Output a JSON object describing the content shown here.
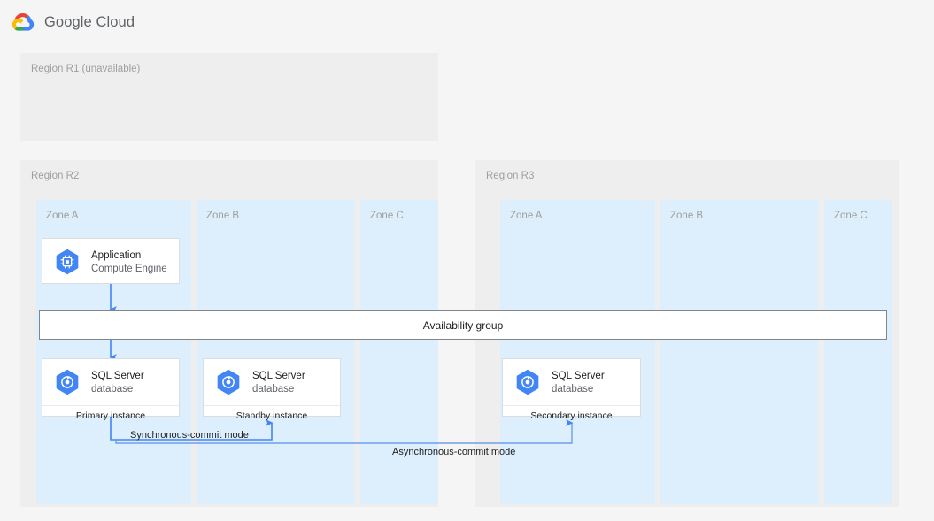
{
  "header": {
    "brand": "Google Cloud",
    "logo_icon": "google-cloud-logo"
  },
  "colors": {
    "page_background": "#f5f5f5",
    "region_background": "#eeeeee",
    "zone_background": "#ddeefc",
    "card_background": "#ffffff",
    "card_border": "#dadce0",
    "connector_blue": "#4285f4",
    "icon_blue": "#4285f4",
    "muted_text": "#9e9e9e",
    "primary_text": "#202124"
  },
  "regions": [
    {
      "id": "r1",
      "label": "Region R1 (unavailable)",
      "zones": []
    },
    {
      "id": "r2",
      "label": "Region R2",
      "zones": [
        {
          "id": "r2-a",
          "label": "Zone A"
        },
        {
          "id": "r2-b",
          "label": "Zone B"
        },
        {
          "id": "r2-c",
          "label": "Zone C"
        }
      ]
    },
    {
      "id": "r3",
      "label": "Region R3",
      "zones": [
        {
          "id": "r3-a",
          "label": "Zone A"
        },
        {
          "id": "r3-b",
          "label": "Zone B"
        },
        {
          "id": "r3-c",
          "label": "Zone C"
        }
      ]
    }
  ],
  "nodes": {
    "application": {
      "title": "Application",
      "subtitle": "Compute Engine",
      "icon": "compute-engine-icon"
    },
    "db_primary": {
      "title": "SQL Server",
      "subtitle": "database",
      "footer": "Primary instance",
      "icon": "sql-server-database-icon"
    },
    "db_standby": {
      "title": "SQL Server",
      "subtitle": "database",
      "footer": "Standby instance",
      "icon": "sql-server-database-icon"
    },
    "db_secondary": {
      "title": "SQL Server",
      "subtitle": "database",
      "footer": "Secondary instance",
      "icon": "sql-server-database-icon"
    }
  },
  "availability_group": {
    "label": "Availability group"
  },
  "connectors": {
    "sync_label": "Synchronous-commit mode",
    "async_label": "Asynchronous-commit mode"
  }
}
